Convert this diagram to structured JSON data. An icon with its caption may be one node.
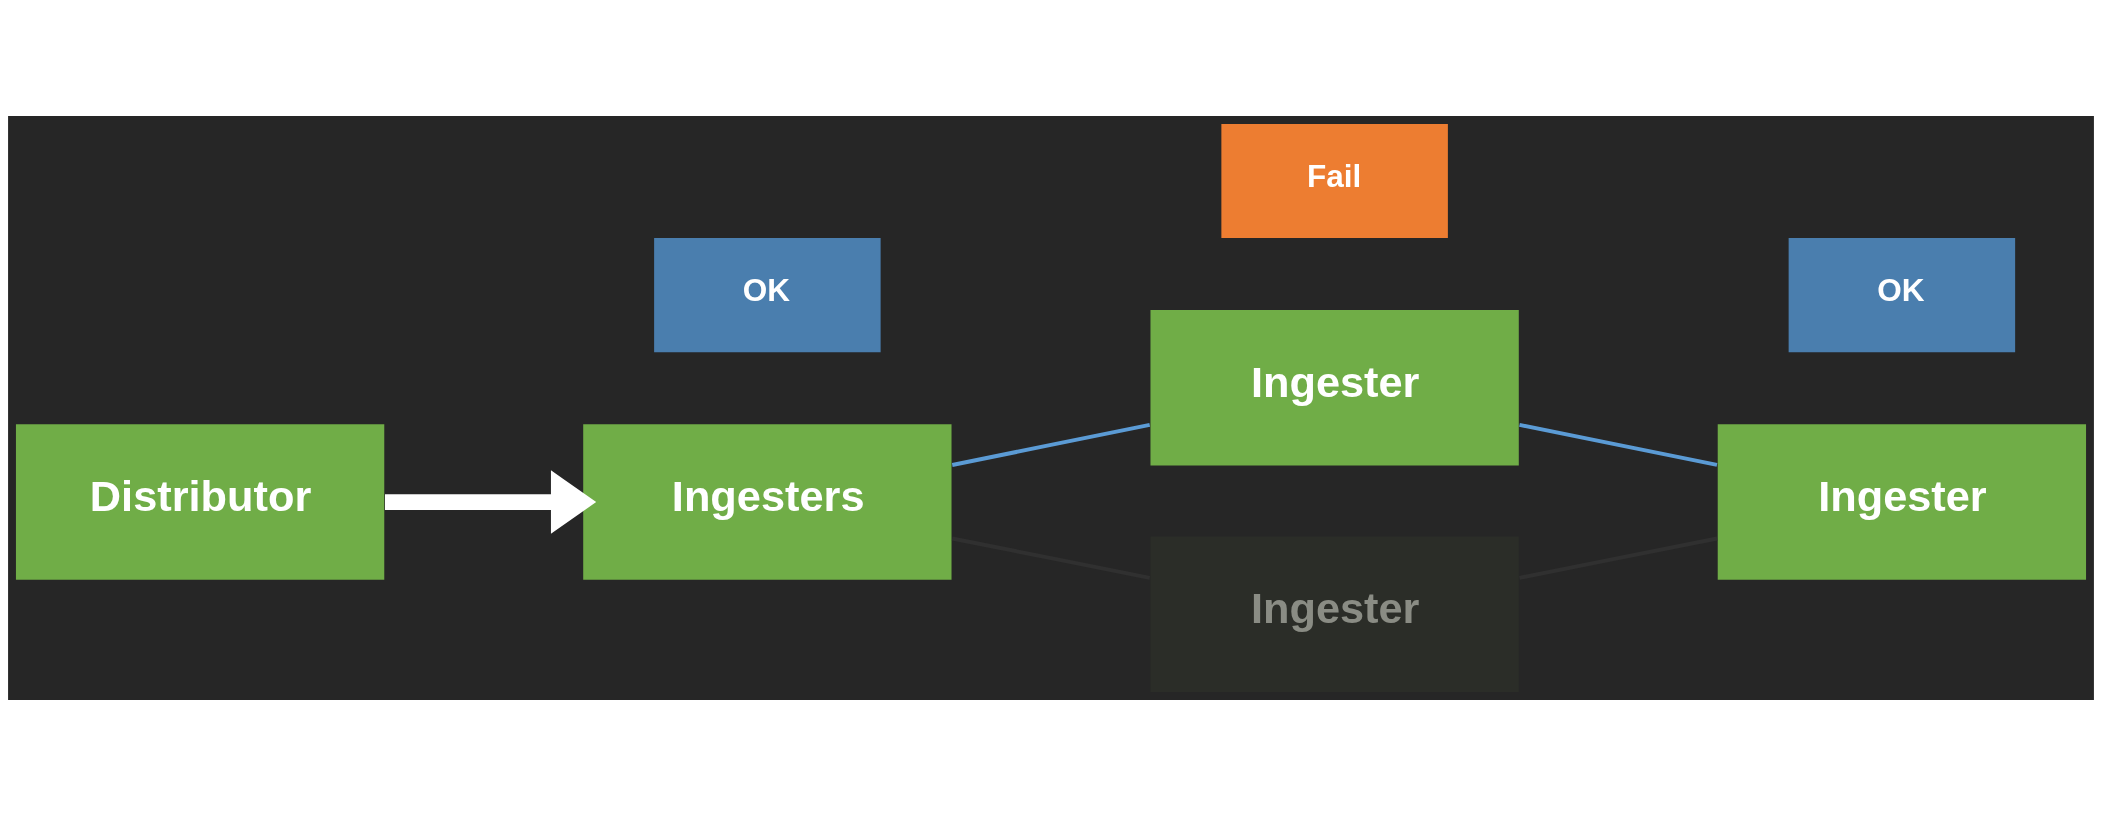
{
  "diagram": {
    "nodes": [
      {
        "text": [
          "Distributor"
        ]
      },
      {
        "text": [
          "Ingesters"
        ]
      },
      {
        "text": [
          "Ingester"
        ]
      },
      {
        "text": [
          "Ingester"
        ]
      },
      {
        "text": [
          "Ingester"
        ]
      },
      {
        "text": [
          "OK"
        ]
      },
      {
        "text": [
          "Fail"
        ]
      },
      {
        "text": [
          "OK"
        ]
      }
    ],
    "edges": [
      {
        "from": 0,
        "to": 1,
        "arrow": "to",
        "style": "thick",
        "color": "#ffffff"
      },
      {
        "from": 1,
        "to": 2,
        "arrow": "none"
      },
      {
        "from": 2,
        "to": 3,
        "arrow": "none"
      },
      {
        "from": 1,
        "to": 4,
        "arrow": "none",
        "color": "#303030"
      },
      {
        "from": 4,
        "to": 3,
        "arrow": "none",
        "color": "#303030"
      }
    ]
  }
}
